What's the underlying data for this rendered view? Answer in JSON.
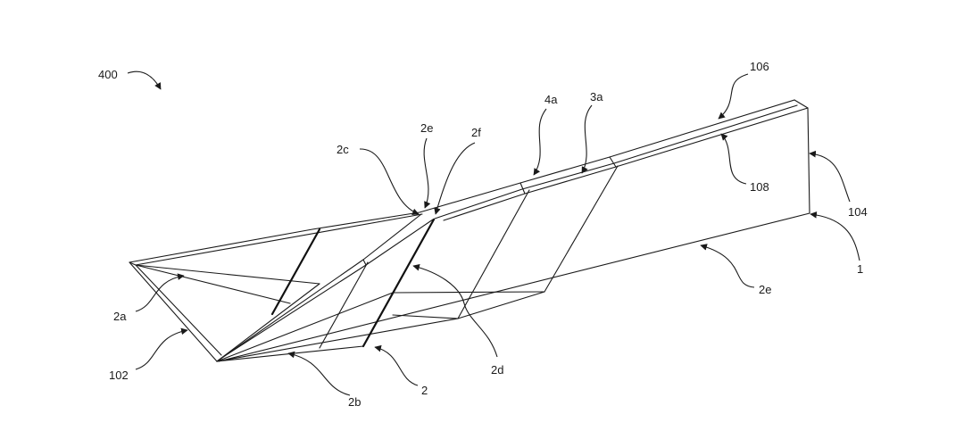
{
  "figure": {
    "main_label": "400"
  },
  "labels": {
    "l106": "106",
    "l108": "108",
    "l104": "104",
    "l1": "1",
    "l4a": "4a",
    "l3a": "3a",
    "l2e_top": "2e",
    "l2f": "2f",
    "l2c": "2c",
    "l2e_bottom": "2e",
    "l2d": "2d",
    "l2": "2",
    "l2b": "2b",
    "l2a": "2a",
    "l102": "102"
  }
}
